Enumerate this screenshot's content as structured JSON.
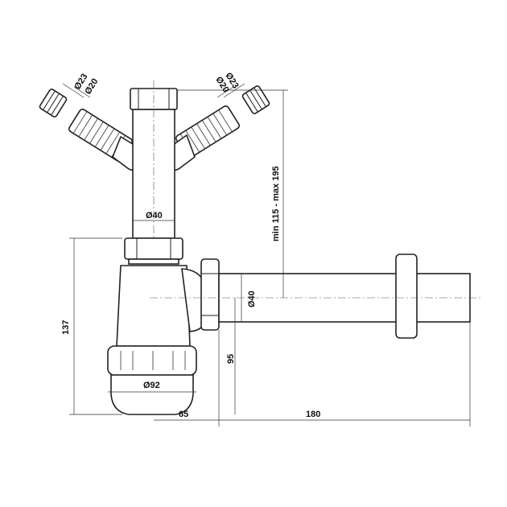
{
  "dimensions": {
    "inlet_left_outer": "Ø23",
    "inlet_left_inner": "Ø20",
    "inlet_right_outer": "Ø23",
    "inlet_right_inner": "Ø20",
    "vertical_pipe": "Ø40",
    "outlet_pipe": "Ø40",
    "cup": "Ø92",
    "total_height": "137",
    "outlet_height": "95",
    "offset": "65",
    "outlet_length": "180",
    "adjust_range": "min 115 - max 195"
  },
  "colors": {
    "line": "#222222",
    "background": "#ffffff"
  }
}
